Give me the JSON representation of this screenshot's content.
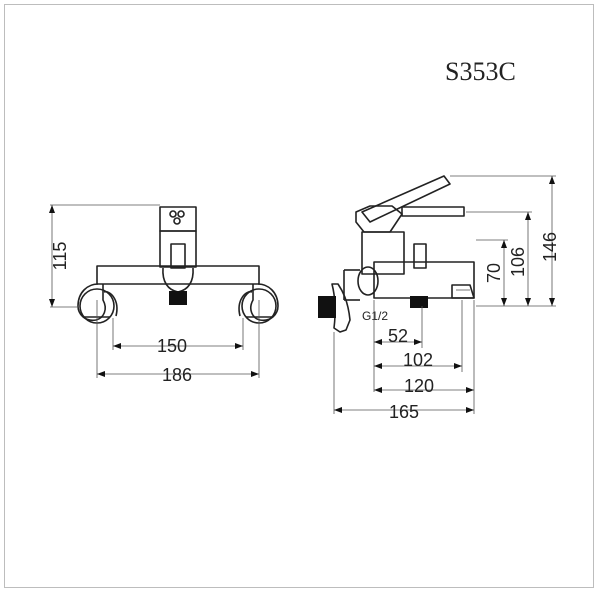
{
  "model_code": "S353C",
  "front_view": {
    "height_dim": "115",
    "centers_dim": "150",
    "overall_width_dim": "186"
  },
  "side_view": {
    "thread_label": "G1/2",
    "spout_heights": [
      "70",
      "106",
      "146"
    ],
    "depth_dims": [
      "52",
      "102",
      "120",
      "165"
    ]
  }
}
